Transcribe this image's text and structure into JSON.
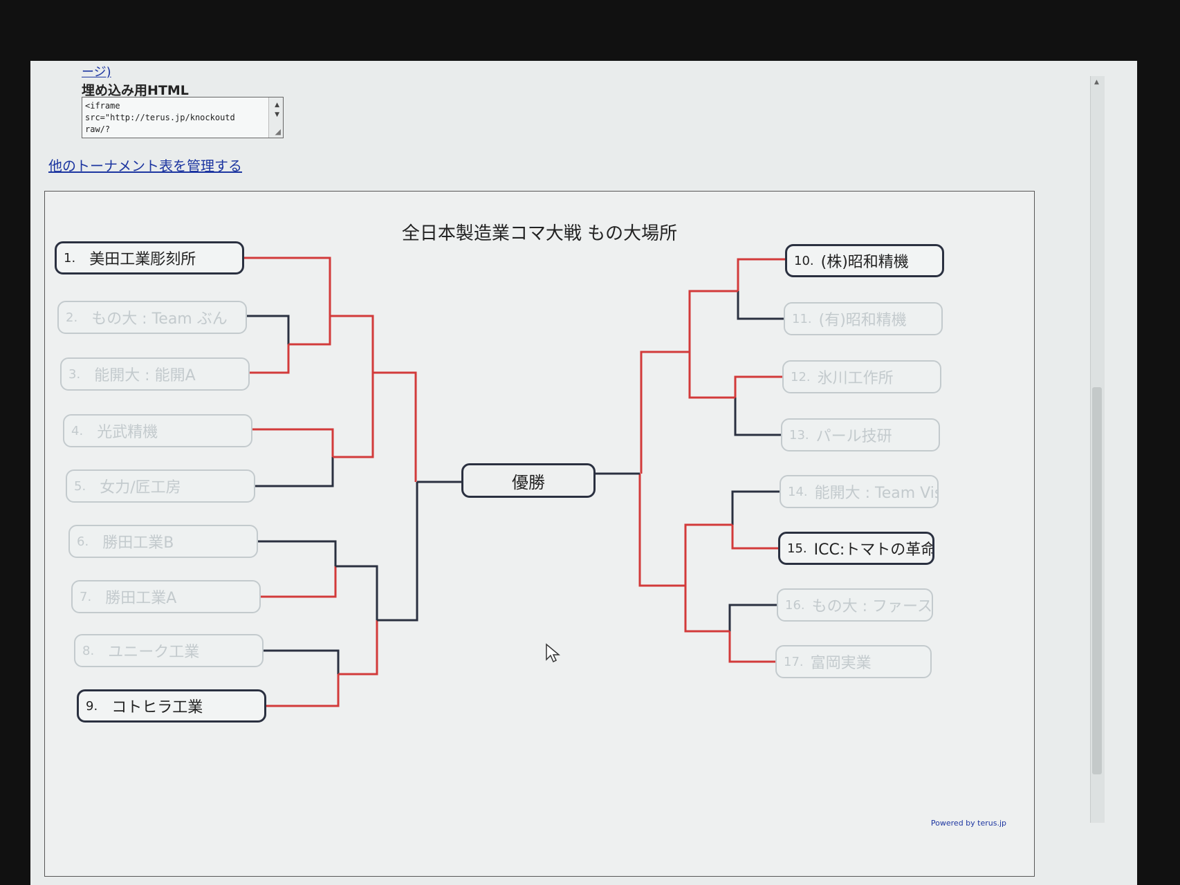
{
  "top_link": "ージ)",
  "embed": {
    "label": "埋め込み用HTML",
    "code": "<iframe\nsrc=\"http://terus.jp/knockoutd\nraw/?"
  },
  "manage_link": "他のトーナメント表を管理する",
  "bracket": {
    "title": "全日本製造業コマ大戦 もの大場所",
    "champion_label": "優勝",
    "left_teams": [
      {
        "seed": "1.",
        "name": "美田工業彫刻所"
      },
      {
        "seed": "2.",
        "name": "もの大 : Team ぶん"
      },
      {
        "seed": "3.",
        "name": "能開大 : 能開A"
      },
      {
        "seed": "4.",
        "name": "光武精機"
      },
      {
        "seed": "5.",
        "name": "女力/匠工房"
      },
      {
        "seed": "6.",
        "name": "勝田工業B"
      },
      {
        "seed": "7.",
        "name": "勝田工業A"
      },
      {
        "seed": "8.",
        "name": "ユニーク工業"
      },
      {
        "seed": "9.",
        "name": "コトヒラ工業"
      }
    ],
    "right_teams": [
      {
        "seed": "10.",
        "name": "(株)昭和精機"
      },
      {
        "seed": "11.",
        "name": "(有)昭和精機"
      },
      {
        "seed": "12.",
        "name": "氷川工作所"
      },
      {
        "seed": "13.",
        "name": "パール技研"
      },
      {
        "seed": "14.",
        "name": "能開大 : Team Vista"
      },
      {
        "seed": "15.",
        "name": "ICC:トマトの革命"
      },
      {
        "seed": "16.",
        "name": "もの大 : ファーストグレイダース"
      },
      {
        "seed": "17.",
        "name": "富岡実業"
      }
    ],
    "active_teams": [
      "1.",
      "9.",
      "10.",
      "15."
    ],
    "colors": {
      "winner_line": "#d23a3a",
      "line": "#2a3040"
    }
  },
  "powered_by": "Powered by terus.jp"
}
